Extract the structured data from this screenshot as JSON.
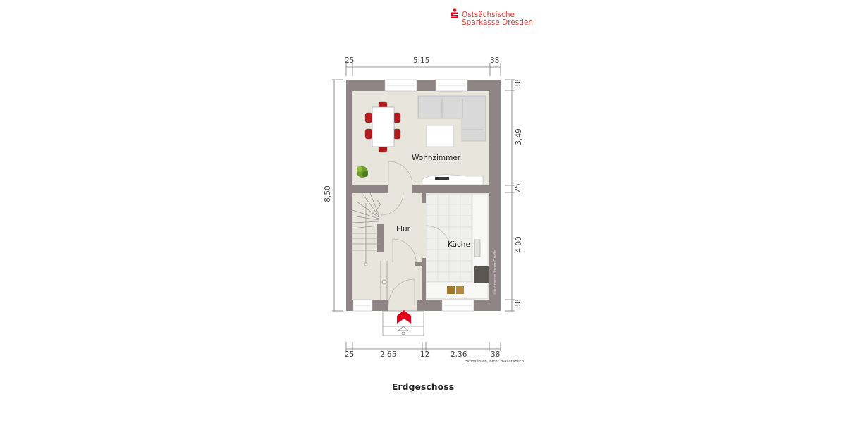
{
  "logo": {
    "line1": "Ostsächsische",
    "line2": "Sparkasse Dresden",
    "icon": "sparkasse-s-logo-icon",
    "color": "#e2001a"
  },
  "floorplan": {
    "title": "Erdgeschoss",
    "note": "Exposéplan, nicht maßstäblich",
    "watermark": "Illustration ImmoGrafix",
    "rooms": [
      {
        "name": "Wohnzimmer"
      },
      {
        "name": "Flur"
      },
      {
        "name": "Küche"
      }
    ],
    "dimensions": {
      "top": [
        "25",
        "5,15",
        "38"
      ],
      "bottom": [
        "25",
        "2,65",
        "12",
        "2,36",
        "38"
      ],
      "left": [
        "8,50"
      ],
      "right": [
        "38",
        "3,49",
        "25",
        "4,00",
        "38"
      ]
    },
    "entrance_icon": "entrance-arrow-icon",
    "colors": {
      "wall": "#8f8586",
      "floor": "#e8e5dc",
      "tile": "#eeeeec",
      "accent_red": "#e2001a",
      "chair_red": "#b3191d"
    }
  }
}
